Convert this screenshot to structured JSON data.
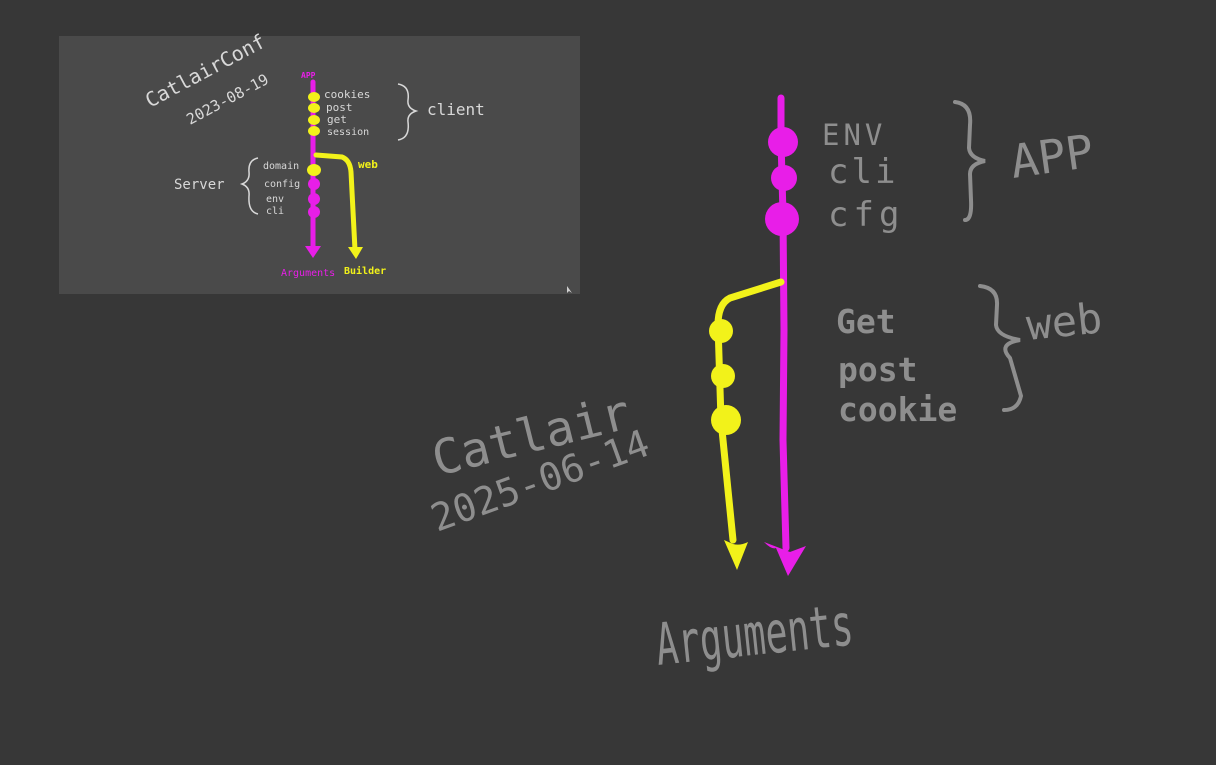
{
  "main": {
    "title": "Catlair",
    "date": "2025-06-14",
    "app_items": [
      "ENV",
      "cli",
      "cfg"
    ],
    "app_label": "APP",
    "web_items": [
      "Get",
      "post",
      "cookie"
    ],
    "web_label": "web",
    "bottom_label": "Arguments"
  },
  "thumbnail": {
    "title": "CatlairConf",
    "date": "2023-08-19",
    "app_label": "APP",
    "client_items": [
      "cookies",
      "post",
      "get",
      "session"
    ],
    "client_label": "client",
    "server_items": [
      "domain",
      "config",
      "env",
      "cli"
    ],
    "server_label": "Server",
    "web_label": "web",
    "left_bottom_label": "Arguments",
    "right_bottom_label": "Builder"
  },
  "colors": {
    "background": "#373737",
    "thumb_background": "#4a4a4a",
    "text": "#8e8e8e",
    "thumb_text": "#d8d8d8",
    "magenta": "#e81ee8",
    "yellow": "#f2f21a"
  }
}
